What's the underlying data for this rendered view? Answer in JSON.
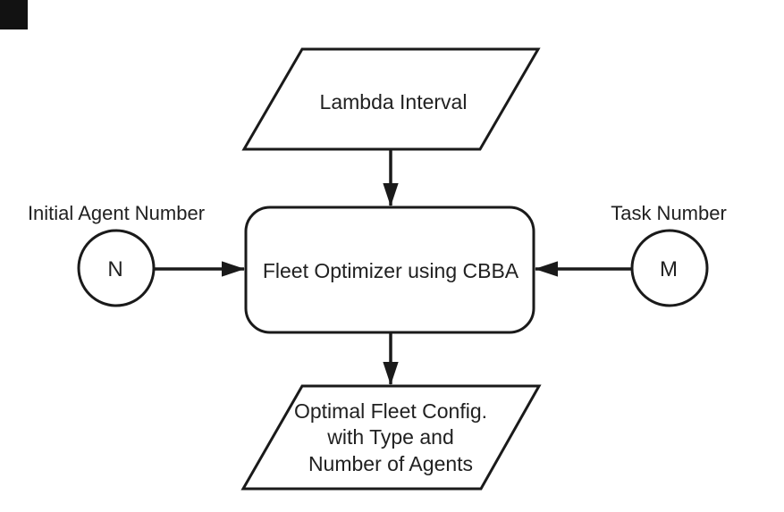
{
  "colors": {
    "background": "#ffffff",
    "stroke": "#1a1a1a",
    "text": "#212121"
  },
  "diagram": {
    "type": "flowchart",
    "nodes": {
      "lambda_input": {
        "shape": "parallelogram",
        "label": "Lambda Interval"
      },
      "optimizer": {
        "shape": "rounded-rectangle",
        "label": "Fleet Optimizer using CBBA"
      },
      "initial_agents": {
        "shape": "circle",
        "symbol": "N",
        "caption": "Initial Agent Number"
      },
      "tasks": {
        "shape": "circle",
        "symbol": "M",
        "caption": "Task Number"
      },
      "output": {
        "shape": "parallelogram",
        "lines": [
          "Optimal Fleet Config.",
          "with Type and",
          "Number of Agents"
        ]
      }
    },
    "connectors": [
      {
        "from": "lambda_input",
        "to": "optimizer",
        "direction": "down"
      },
      {
        "from": "initial_agents",
        "to": "optimizer",
        "direction": "right"
      },
      {
        "from": "tasks",
        "to": "optimizer",
        "direction": "left"
      },
      {
        "from": "optimizer",
        "to": "output",
        "direction": "down"
      }
    ]
  }
}
